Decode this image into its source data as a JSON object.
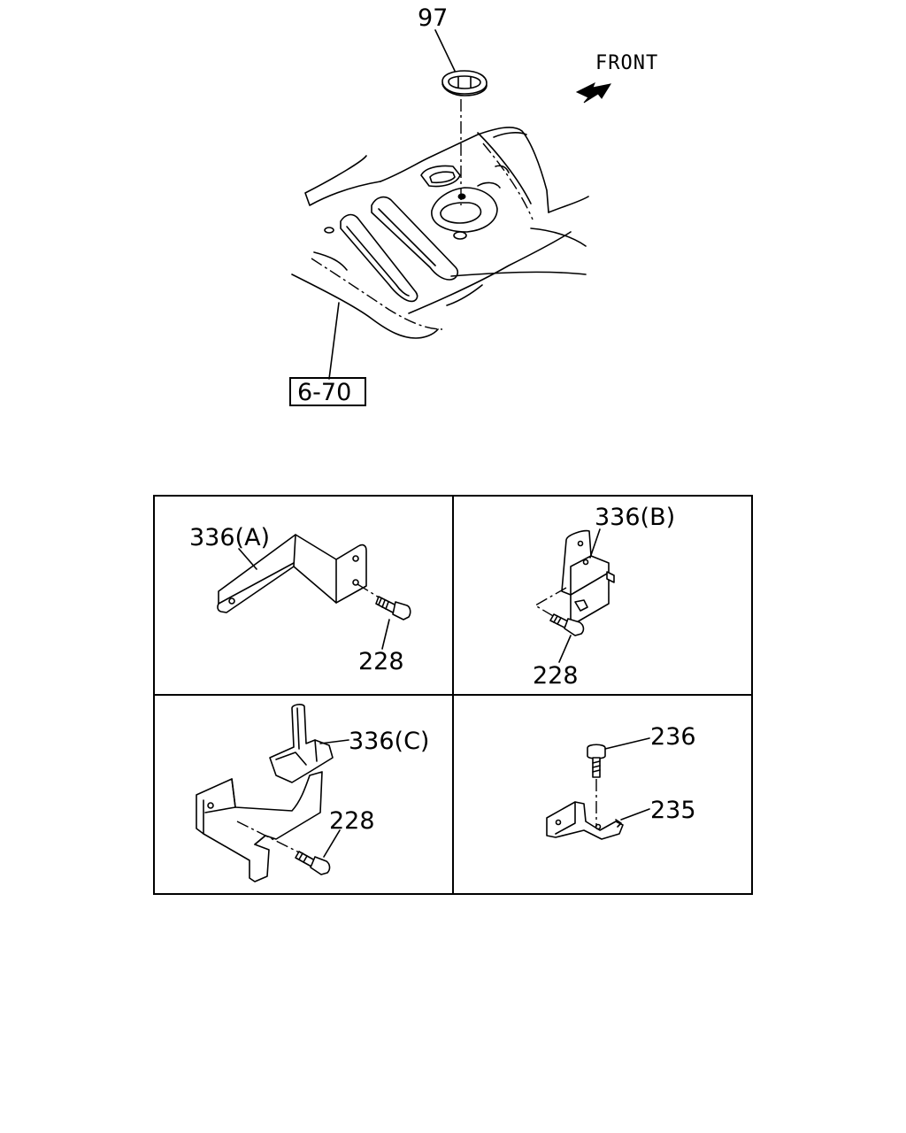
{
  "callouts": {
    "part_97": "97",
    "front": "FRONT",
    "ref_6_70": "6-70",
    "part_336a": "336(A)",
    "part_228_a": "228",
    "part_336b": "336(B)",
    "part_228_b": "228",
    "part_336c": "336(C)",
    "part_228_c": "228",
    "part_236": "236",
    "part_235": "235"
  }
}
